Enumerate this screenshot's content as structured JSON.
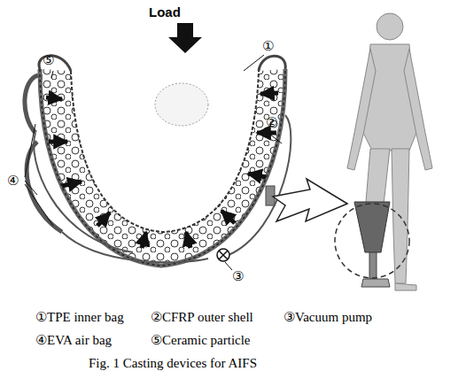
{
  "diagram": {
    "caption": "Fig. 1 Casting devices for AIFS",
    "labels": [
      "Load",
      "⑤",
      "①",
      "②",
      "④",
      "③",
      "①TPE inner bag",
      "②CFRP outer shell",
      "③Vacuum pump",
      "④EVA air bag",
      "⑤Ceramic particle"
    ]
  }
}
